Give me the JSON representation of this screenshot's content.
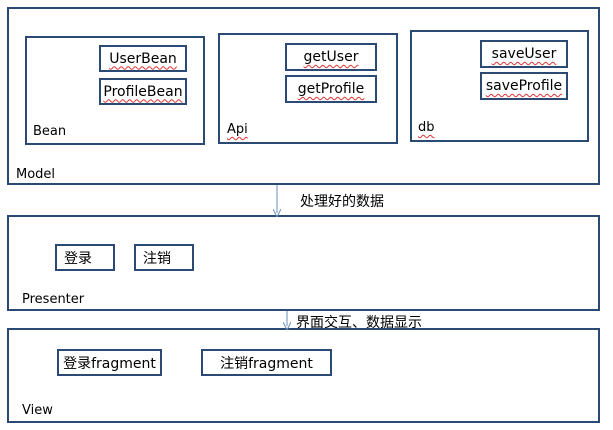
{
  "model": {
    "label": "Model",
    "bean": {
      "label": "Bean",
      "items": [
        "UserBean",
        "ProfileBean"
      ]
    },
    "api": {
      "label": "Api",
      "items": [
        "getUser",
        "getProfile"
      ]
    },
    "db": {
      "label": "db",
      "items": [
        "saveUser",
        "saveProfile"
      ]
    }
  },
  "presenter": {
    "label": "Presenter",
    "items": [
      "登录",
      "注销"
    ]
  },
  "view": {
    "label": "View",
    "items": [
      "登录fragment",
      "注销fragment"
    ]
  },
  "arrows": {
    "model_to_presenter": "处理好的数据",
    "presenter_to_view": "界面交互、数据显示"
  },
  "colors": {
    "border": "#2b4a73",
    "arrow": "#6a8fbf",
    "spellcheck": "#d33"
  }
}
